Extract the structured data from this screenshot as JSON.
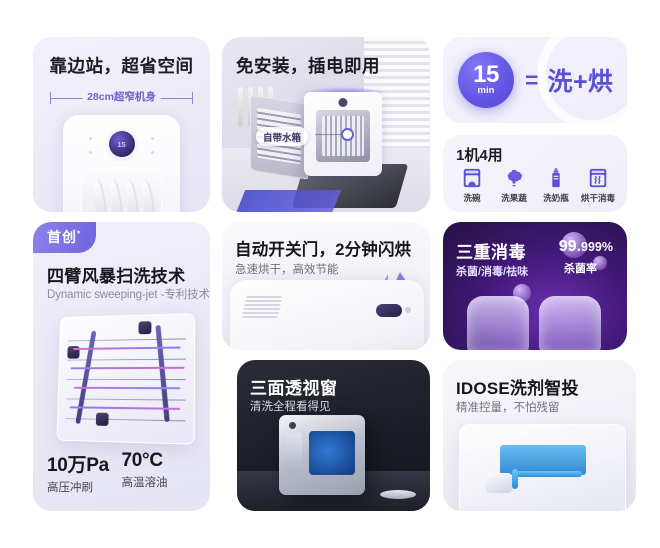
{
  "cards": {
    "narrow": {
      "title": "靠边站，超省空间",
      "dimension_label": "28cm超窄机身",
      "dial_text": "15"
    },
    "install": {
      "title": "免安装，插电即用",
      "callout": "自带水箱"
    },
    "fifteen_min": {
      "minutes": "15",
      "unit": "min",
      "equals": "=",
      "result": "洗+烘"
    },
    "modes": {
      "title": "1机4用",
      "items": [
        {
          "label": "洗碗",
          "icon": "dishwasher-icon"
        },
        {
          "label": "洗果蔬",
          "icon": "vegetable-icon"
        },
        {
          "label": "洗奶瓶",
          "icon": "bottle-icon"
        },
        {
          "label": "烘干消毒",
          "icon": "dry-sterilize-icon"
        }
      ]
    },
    "jet": {
      "badge": "首创",
      "badge_mark": "*",
      "title": "四臂风暴扫洗技术",
      "subtitle": "Dynamic sweeping-jet -专利技术",
      "stats": [
        {
          "value": "10万Pa",
          "label": "高压冲刷"
        },
        {
          "value": "70°C",
          "label": "高温溶油"
        }
      ]
    },
    "autodoor": {
      "title": "自动开关门，2分钟闪烘",
      "subtitle": "急速烘干，高效节能"
    },
    "sterilize": {
      "title": "三重消毒",
      "subtitle": "杀菌/消毒/祛味",
      "rate_value": "99.",
      "rate_decimals": "999%",
      "rate_label": "杀菌率"
    },
    "window": {
      "title": "三面透视窗",
      "subtitle": "清洗全程看得见"
    },
    "idose": {
      "title": "IDOSE洗剂智投",
      "subtitle": "精准控量，不怕残留"
    }
  },
  "colors": {
    "accent": "#5b4fd6",
    "badge_from": "#8c82e8",
    "badge_to": "#6f64de",
    "dark_panel": "#1b1e27",
    "sterilize_purple": "#43197a",
    "page_bg": "#ffffff"
  }
}
